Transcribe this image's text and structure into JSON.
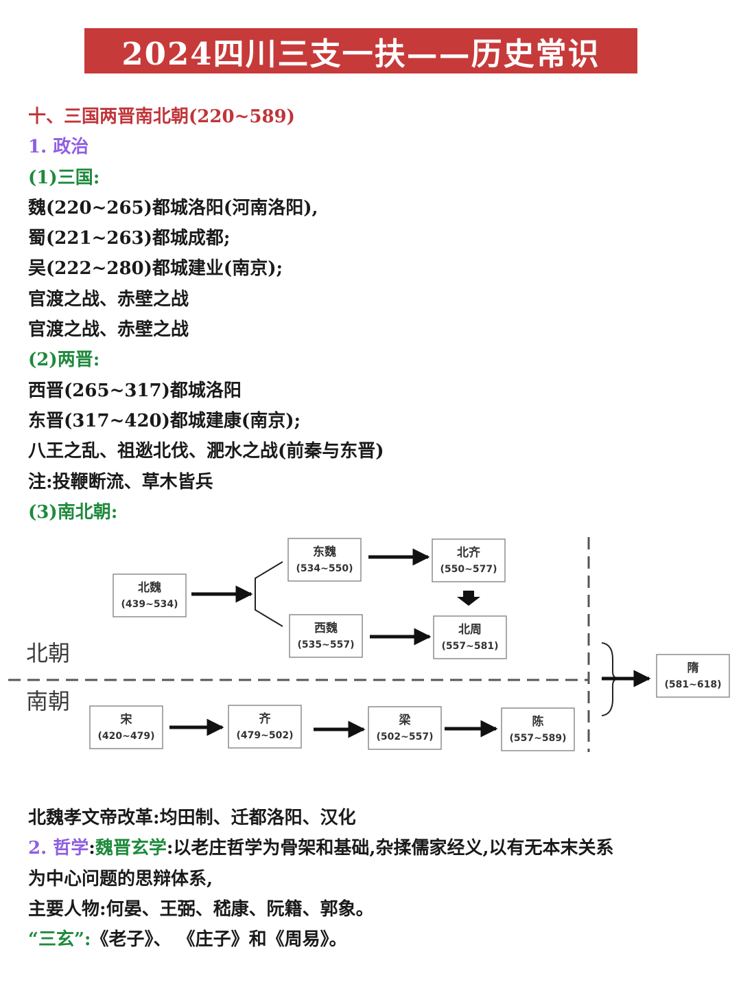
{
  "title": "2024四川三支一扶——历史常识",
  "section": {
    "heading": "十、三国两晋南北朝(220~589)",
    "politics_heading": "1. 政治",
    "three_kingdoms": {
      "heading": "(1)三国:",
      "lines": [
        "魏(220~265)都城洛阳(河南洛阳),",
        "蜀(221~263)都城成都;",
        "吴(222~280)都城建业(南京);",
        "官渡之战、赤壁之战",
        "官渡之战、赤壁之战"
      ]
    },
    "two_jin": {
      "heading": "(2)两晋:",
      "lines": [
        "西晋(265~317)都城洛阳",
        "东晋(317~420)都城建康(南京);",
        "八王之乱、祖逖北伐、淝水之战(前秦与东晋)",
        "注:投鞭断流、草木皆兵"
      ]
    },
    "north_south": {
      "heading": "(3)南北朝:"
    }
  },
  "diagram": {
    "north_label": "北朝",
    "south_label": "南朝",
    "boxes": {
      "beiwei": {
        "name": "北魏",
        "years": "(439~534)"
      },
      "dongwei": {
        "name": "东魏",
        "years": "(534~550)"
      },
      "xiwei": {
        "name": "西魏",
        "years": "(535~557)"
      },
      "beiqi": {
        "name": "北齐",
        "years": "(550~577)"
      },
      "beizhou": {
        "name": "北周",
        "years": "(557~581)"
      },
      "song": {
        "name": "宋",
        "years": "(420~479)"
      },
      "qi": {
        "name": "齐",
        "years": "(479~502)"
      },
      "liang": {
        "name": "梁",
        "years": "(502~557)"
      },
      "chen": {
        "name": "陈",
        "years": "(557~589)"
      },
      "sui": {
        "name": "隋",
        "years": "(581~618)"
      }
    }
  },
  "bottom": {
    "reform_line": "北魏孝文帝改革:均田制、迁都洛阳、汉化",
    "philosophy_num": "2. 哲学",
    "philosophy_colon": ":",
    "philosophy_term": "魏晋玄学",
    "philosophy_desc": ":以老庄哲学为骨架和基础,杂揉儒家经义,以有无本末关系",
    "philosophy_desc2": "为中心问题的思辩体系,",
    "figures": "主要人物:何晏、王弼、嵇康、阮籍、郭象。",
    "sanxuan_term": "“三玄”:",
    "sanxuan_desc": "《老子》、 《庄子》和《周易》。"
  },
  "colors": {
    "title_bg": "#c73a3a",
    "heading_red": "#c0353a",
    "subheading_purple": "#8f5fe0",
    "subheading_green": "#1e8a3c"
  }
}
